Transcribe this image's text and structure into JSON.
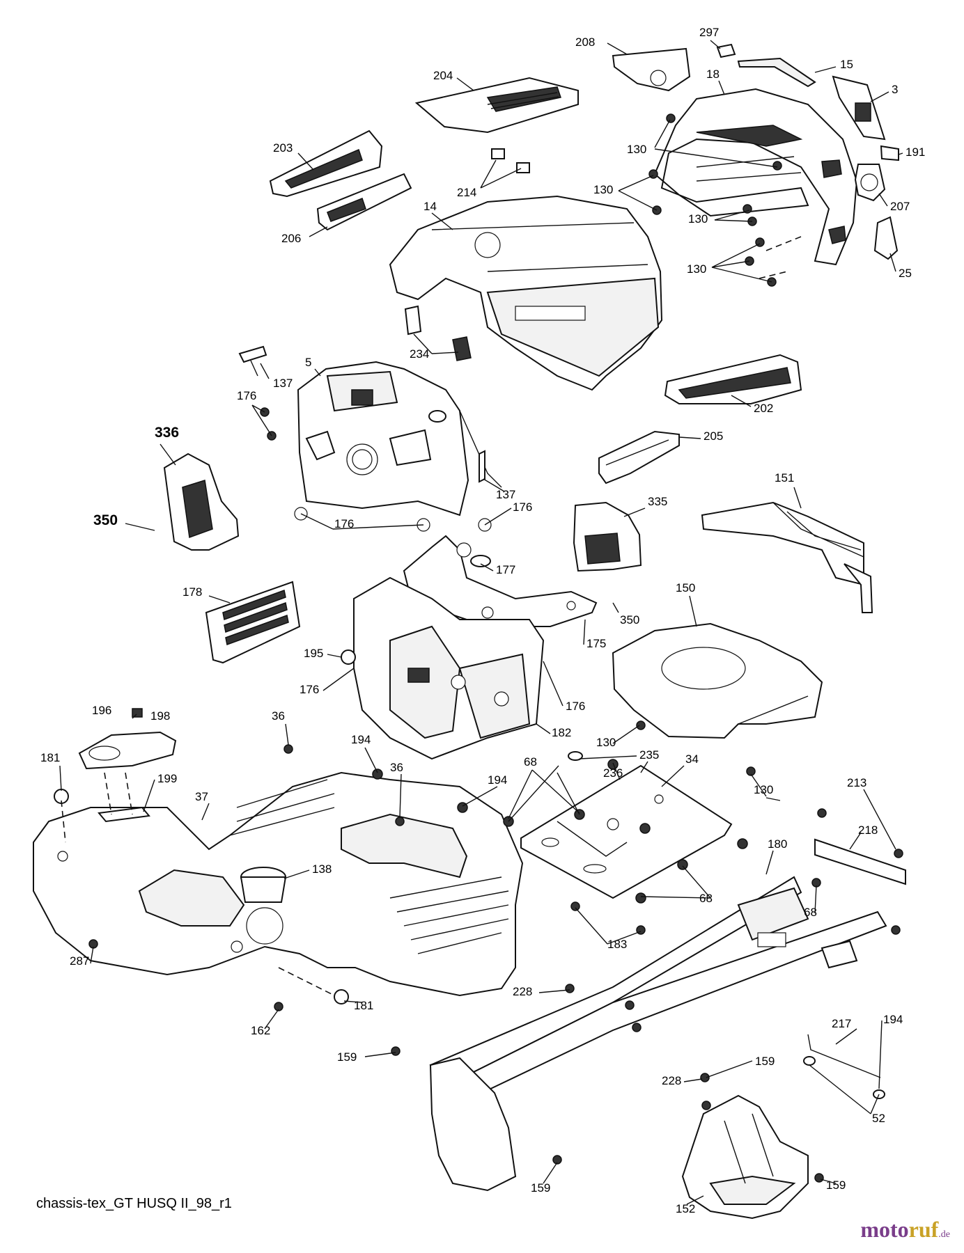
{
  "diagram": {
    "caption": "chassis-tex_GT HUSQ II_98_r1",
    "logo": {
      "text1": "moto",
      "text2": "ruf",
      "tld": ".de"
    },
    "callouts": [
      "297",
      "208",
      "15",
      "204",
      "18",
      "3",
      "203",
      "130",
      "191",
      "214",
      "14",
      "130",
      "207",
      "206",
      "130",
      "25",
      "130",
      "234",
      "137",
      "5",
      "176",
      "202",
      "336",
      "205",
      "137",
      "176",
      "335",
      "151",
      "350",
      "176",
      "177",
      "178",
      "350",
      "175",
      "150",
      "195",
      "176",
      "176",
      "196",
      "198",
      "182",
      "130",
      "36",
      "194",
      "181",
      "199",
      "235",
      "34",
      "36",
      "68",
      "236",
      "194",
      "130",
      "37",
      "213",
      "218",
      "138",
      "180",
      "68",
      "183",
      "68",
      "287",
      "228",
      "181",
      "162",
      "194",
      "217",
      "159",
      "159",
      "228",
      "52",
      "159",
      "159",
      "152"
    ]
  }
}
